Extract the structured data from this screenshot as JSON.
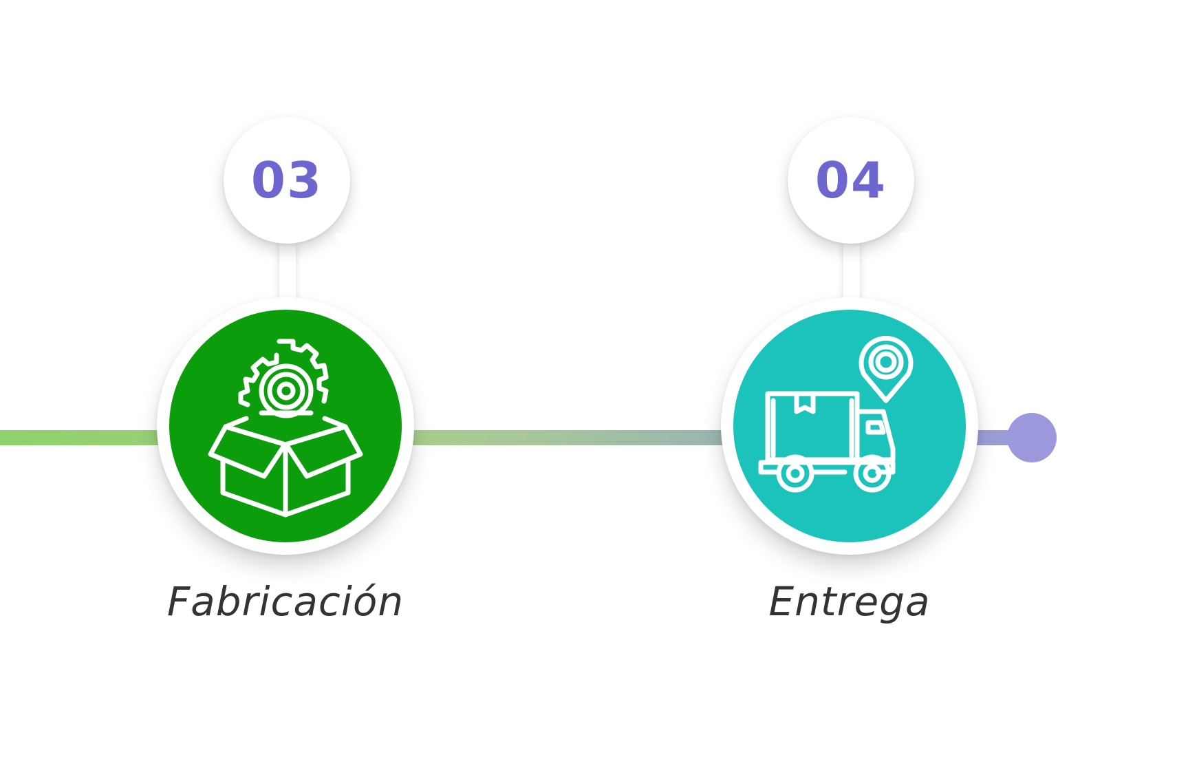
{
  "timeline": {
    "line_gradient": [
      "#8fd16c",
      "#a9c79a",
      "#9b98da"
    ],
    "end_dot_color": "#9b99dc"
  },
  "steps": [
    {
      "number": "03",
      "label": "Fabricación",
      "icon": "gear-box-icon",
      "circle_color": "#0c9d0d",
      "number_color": "#6d66cf"
    },
    {
      "number": "04",
      "label": "Entrega",
      "icon": "delivery-truck-location-icon",
      "circle_color": "#1bc3bb",
      "number_color": "#6d66cf"
    }
  ]
}
